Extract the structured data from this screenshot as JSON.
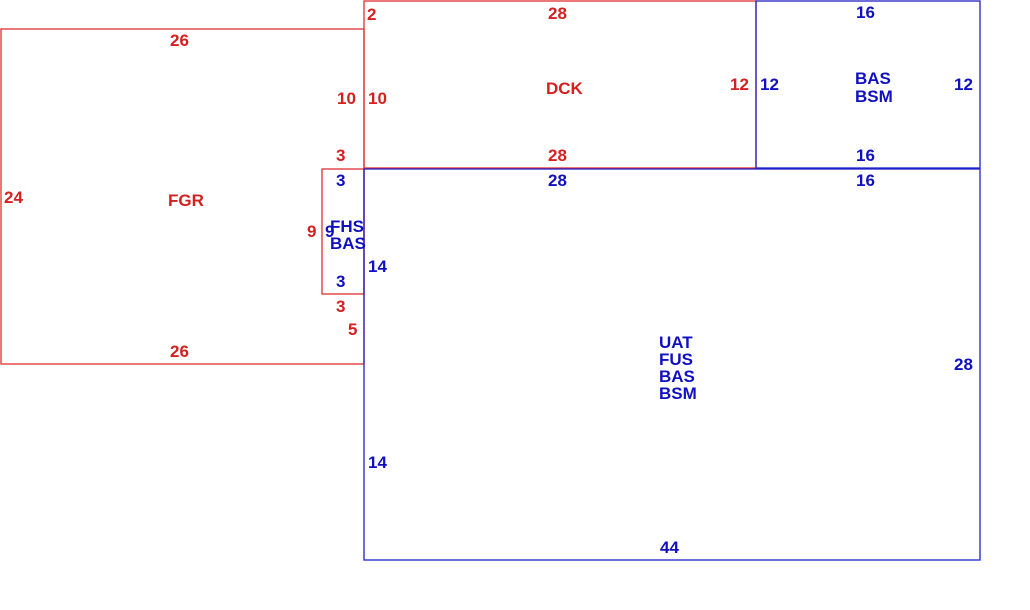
{
  "colors": {
    "red": "#d42020",
    "blue": "#1010c0"
  },
  "rooms": {
    "fgr": {
      "name": "FGR",
      "top": "26",
      "bottom": "26",
      "left": "24",
      "right_segments": [
        "3",
        "9",
        "3",
        "5"
      ]
    },
    "dck": {
      "name": "DCK",
      "top": "28",
      "bottom": "28",
      "left": "10",
      "corner": "2",
      "right": "12"
    },
    "small_red": {
      "left": "9",
      "top": "3",
      "bottom": "3",
      "inner": "9"
    },
    "small_blue": {
      "lines": [
        "FHS",
        "BAS"
      ],
      "top": "3",
      "bottom": "3",
      "left": "14"
    },
    "fgr_dck_left": "10",
    "bas_bsm": {
      "lines": [
        "BAS",
        "BSM"
      ],
      "top": "16",
      "bottom": "16",
      "left": "12",
      "right": "12"
    },
    "uat": {
      "lines": [
        "UAT",
        "FUS",
        "BAS",
        "BSM"
      ],
      "top": "28",
      "top_right": "16",
      "bottom": "44",
      "right": "28",
      "left_top": "14",
      "left_bottom": "14"
    }
  }
}
